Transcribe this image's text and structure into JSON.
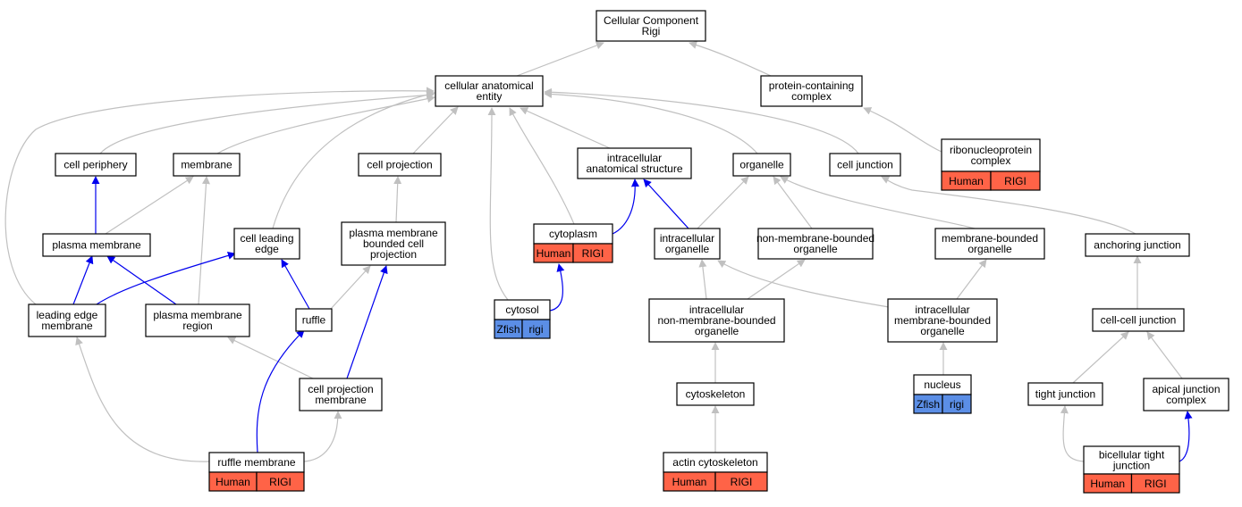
{
  "colors": {
    "edge_grey": "#c0c0c0",
    "edge_blue": "#0000ee",
    "tag_human": "#ff6347",
    "tag_zfish": "#5b8ee6"
  },
  "nodes": [
    {
      "id": "root",
      "lines": [
        "Cellular Component",
        "Rigi"
      ]
    },
    {
      "id": "cae",
      "lines": [
        "cellular anatomical",
        "entity"
      ]
    },
    {
      "id": "pcc",
      "lines": [
        "protein-containing",
        "complex"
      ]
    },
    {
      "id": "rnp",
      "lines": [
        "ribonucleoprotein",
        "complex"
      ],
      "tags": [
        "Human",
        "RIGI"
      ]
    },
    {
      "id": "cper",
      "lines": [
        "cell periphery"
      ]
    },
    {
      "id": "mem",
      "lines": [
        "membrane"
      ]
    },
    {
      "id": "cproj",
      "lines": [
        "cell projection"
      ]
    },
    {
      "id": "ias",
      "lines": [
        "intracellular",
        "anatomical structure"
      ]
    },
    {
      "id": "org",
      "lines": [
        "organelle"
      ]
    },
    {
      "id": "cj",
      "lines": [
        "cell junction"
      ]
    },
    {
      "id": "pm",
      "lines": [
        "plasma membrane"
      ]
    },
    {
      "id": "cle",
      "lines": [
        "cell leading",
        "edge"
      ]
    },
    {
      "id": "pmbcp",
      "lines": [
        "plasma membrane",
        "bounded cell",
        "projection"
      ]
    },
    {
      "id": "cyto",
      "lines": [
        "cytoplasm"
      ],
      "tags": [
        "Human",
        "RIGI"
      ]
    },
    {
      "id": "io",
      "lines": [
        "intracellular",
        "organelle"
      ]
    },
    {
      "id": "nmbo",
      "lines": [
        "non-membrane-bounded",
        "organelle"
      ]
    },
    {
      "id": "mbo",
      "lines": [
        "membrane-bounded",
        "organelle"
      ]
    },
    {
      "id": "aj",
      "lines": [
        "anchoring junction"
      ]
    },
    {
      "id": "lem",
      "lines": [
        "leading edge",
        "membrane"
      ]
    },
    {
      "id": "pmr",
      "lines": [
        "plasma membrane",
        "region"
      ]
    },
    {
      "id": "ruffle",
      "lines": [
        "ruffle"
      ]
    },
    {
      "id": "cytosol",
      "lines": [
        "cytosol"
      ],
      "tags": [
        "Zfish",
        "rigi"
      ]
    },
    {
      "id": "inmbo",
      "lines": [
        "intracellular",
        "non-membrane-bounded",
        "organelle"
      ]
    },
    {
      "id": "imbo",
      "lines": [
        "intracellular",
        "membrane-bounded",
        "organelle"
      ]
    },
    {
      "id": "ccj",
      "lines": [
        "cell-cell junction"
      ]
    },
    {
      "id": "cpm",
      "lines": [
        "cell projection",
        "membrane"
      ]
    },
    {
      "id": "csk",
      "lines": [
        "cytoskeleton"
      ]
    },
    {
      "id": "nuc",
      "lines": [
        "nucleus"
      ],
      "tags": [
        "Zfish",
        "rigi"
      ]
    },
    {
      "id": "tj",
      "lines": [
        "tight junction"
      ]
    },
    {
      "id": "ajc",
      "lines": [
        "apical junction",
        "complex"
      ]
    },
    {
      "id": "rm",
      "lines": [
        "ruffle membrane"
      ],
      "tags": [
        "Human",
        "RIGI"
      ]
    },
    {
      "id": "acsk",
      "lines": [
        "actin cytoskeleton"
      ],
      "tags": [
        "Human",
        "RIGI"
      ]
    },
    {
      "id": "btj",
      "lines": [
        "bicellular tight",
        "junction"
      ],
      "tags": [
        "Human",
        "RIGI"
      ]
    }
  ],
  "edges": [
    {
      "from": "cae",
      "to": "root",
      "color": "grey"
    },
    {
      "from": "pcc",
      "to": "root",
      "color": "grey"
    },
    {
      "from": "rnp",
      "to": "pcc",
      "color": "grey"
    },
    {
      "from": "cper",
      "to": "cae",
      "color": "grey"
    },
    {
      "from": "mem",
      "to": "cae",
      "color": "grey"
    },
    {
      "from": "cproj",
      "to": "cae",
      "color": "grey"
    },
    {
      "from": "ias",
      "to": "cae",
      "color": "grey"
    },
    {
      "from": "org",
      "to": "cae",
      "color": "grey"
    },
    {
      "from": "cj",
      "to": "cae",
      "color": "grey"
    },
    {
      "from": "cle",
      "to": "cae",
      "color": "grey"
    },
    {
      "from": "cyto",
      "to": "cae",
      "color": "grey"
    },
    {
      "from": "cytosol",
      "to": "cae",
      "color": "grey"
    },
    {
      "from": "lem",
      "to": "cae",
      "color": "grey"
    },
    {
      "from": "pm",
      "to": "cper",
      "color": "blue"
    },
    {
      "from": "pm",
      "to": "mem",
      "color": "grey"
    },
    {
      "from": "pmr",
      "to": "mem",
      "color": "grey"
    },
    {
      "from": "pmbcp",
      "to": "cproj",
      "color": "grey"
    },
    {
      "from": "cyto",
      "to": "ias",
      "color": "blue"
    },
    {
      "from": "io",
      "to": "ias",
      "color": "blue"
    },
    {
      "from": "io",
      "to": "org",
      "color": "grey"
    },
    {
      "from": "nmbo",
      "to": "org",
      "color": "grey"
    },
    {
      "from": "mbo",
      "to": "org",
      "color": "grey"
    },
    {
      "from": "aj",
      "to": "cj",
      "color": "grey"
    },
    {
      "from": "lem",
      "to": "pm",
      "color": "blue"
    },
    {
      "from": "pmr",
      "to": "pm",
      "color": "blue"
    },
    {
      "from": "lem",
      "to": "cle",
      "color": "blue"
    },
    {
      "from": "ruffle",
      "to": "cle",
      "color": "blue"
    },
    {
      "from": "ruffle",
      "to": "pmbcp",
      "color": "grey"
    },
    {
      "from": "cpm",
      "to": "pmbcp",
      "color": "blue"
    },
    {
      "from": "cytosol",
      "to": "cyto",
      "color": "blue"
    },
    {
      "from": "inmbo",
      "to": "io",
      "color": "grey"
    },
    {
      "from": "imbo",
      "to": "io",
      "color": "grey"
    },
    {
      "from": "inmbo",
      "to": "nmbo",
      "color": "grey"
    },
    {
      "from": "imbo",
      "to": "mbo",
      "color": "grey"
    },
    {
      "from": "ccj",
      "to": "aj",
      "color": "grey"
    },
    {
      "from": "rm",
      "to": "lem",
      "color": "grey"
    },
    {
      "from": "cpm",
      "to": "pmr",
      "color": "grey"
    },
    {
      "from": "rm",
      "to": "ruffle",
      "color": "blue"
    },
    {
      "from": "rm",
      "to": "cpm",
      "color": "grey"
    },
    {
      "from": "csk",
      "to": "inmbo",
      "color": "grey"
    },
    {
      "from": "acsk",
      "to": "csk",
      "color": "grey"
    },
    {
      "from": "nuc",
      "to": "imbo",
      "color": "grey"
    },
    {
      "from": "tj",
      "to": "ccj",
      "color": "grey"
    },
    {
      "from": "ajc",
      "to": "ccj",
      "color": "grey"
    },
    {
      "from": "btj",
      "to": "tj",
      "color": "grey"
    },
    {
      "from": "btj",
      "to": "ajc",
      "color": "blue"
    }
  ]
}
